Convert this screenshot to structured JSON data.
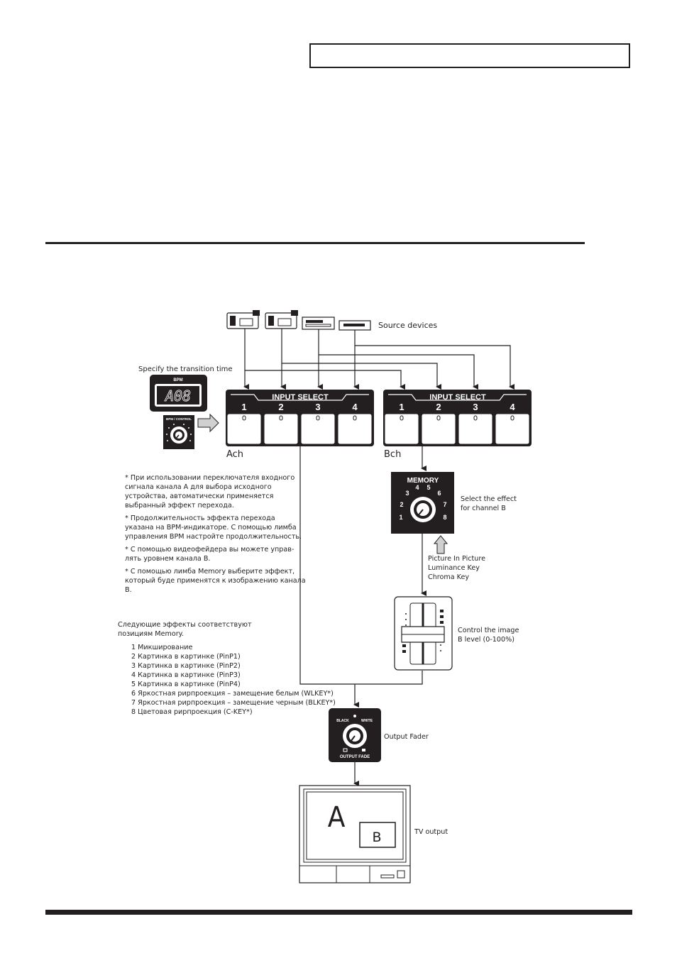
{
  "labels": {
    "source_devices": "Source devices",
    "specify_transition": "Specify the transition time",
    "bpm": "BPM",
    "bpm_display": "A08",
    "bpm_control": "BPM / CONTROL",
    "input_select": "INPUT SELECT",
    "button_numbers": [
      "1",
      "2",
      "3",
      "4"
    ],
    "ach": "Ach",
    "bch": "Bch",
    "memory": "MEMORY",
    "memory_positions": [
      "1",
      "2",
      "3",
      "4",
      "5",
      "6",
      "7",
      "8"
    ],
    "select_effect_line1": "Select the effect",
    "select_effect_line2": "for channel B",
    "effect_types": [
      "Picture In Picture",
      "Luminance Key",
      "Chroma Key"
    ],
    "control_image_line1": "Control the image",
    "control_image_line2": "B level (0-100%)",
    "black": "BLACK",
    "white": "WHITE",
    "output_fade": "OUTPUT FADE",
    "output_fader": "Output Fader",
    "tv_a": "A",
    "tv_b": "B",
    "tv_output": "TV output"
  },
  "notes": [
    "* При использовании переключателя входного сигнала канала A для выбора исходного устройства, автоматически применяется выбранный эффект перехода.",
    "* Продолжительность эффекта перехода указана на BPM-индикаторе. С помощью лимба управления BPM настройте продолжительность.",
    "* С помощью видеофейдера вы можете управ- лять уровнем канала B.",
    "* С помощью лимба Memory выберите эффект, который буде применятся к изображению канала B."
  ],
  "effects_intro": "Следующие эффекты соответствуют позициям Memory.",
  "effects_list": [
    "1 Микширование",
    "2 Картинка в картинке (PinP1)",
    "3 Картинка в картинке (PinP2)",
    "4 Картинка в картинке (PinP3)",
    "5 Картинка в картинке (PinP4)",
    "6 Яркостная рирпроекция – замещение белым (WLKEY*)",
    "7 Яркостная рирпроекция – замещение черным (BLKEY*)",
    "8 Цветовая рирпроекция (C-KEY*)"
  ]
}
